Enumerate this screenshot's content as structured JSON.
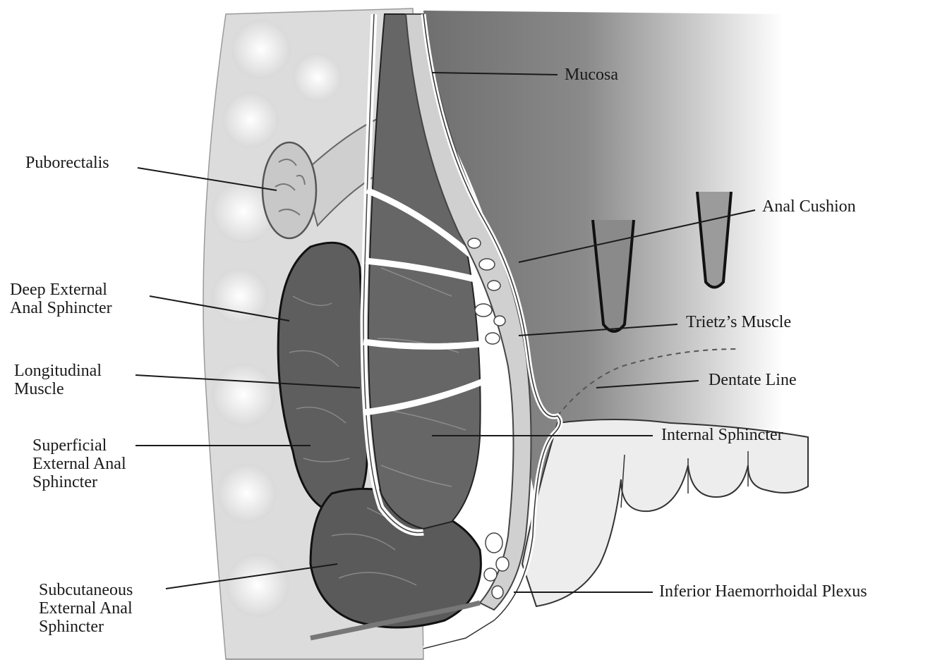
{
  "labels": {
    "mucosa": [
      "Mucosa"
    ],
    "puborectalis": [
      "Puborectalis"
    ],
    "anal_cushion": [
      "Anal Cushion"
    ],
    "deep_external": [
      "Deep External",
      "Anal Sphincter"
    ],
    "trietz": [
      "Trietz’s Muscle"
    ],
    "longitudinal": [
      "Longitudinal",
      "Muscle"
    ],
    "dentate": [
      "Dentate Line"
    ],
    "internal": [
      "Internal Sphincter"
    ],
    "superficial": [
      "Superficial",
      "External Anal",
      "Sphincter"
    ],
    "subcutaneous": [
      "Subcutaneous",
      "External Anal",
      "Sphincter"
    ],
    "inferior_plexus": [
      "Inferior Haemorrhoidal Plexus"
    ]
  }
}
